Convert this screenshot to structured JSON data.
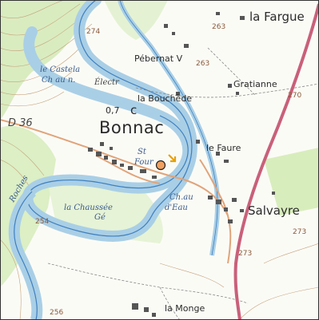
{
  "map": {
    "place_names": {
      "la_fargue": "la Fargue",
      "pebernat": "Pébernat V",
      "gratianne": "Gratianne",
      "la_bouchede": "la Bouchède",
      "bonnac": "Bonnac",
      "c_label": "c",
      "le_faure": "le Faure",
      "salvayre": "Salvayre",
      "la_monge": "la Monge"
    },
    "feature_labels": {
      "le_castela": "le Castela",
      "ch_de_la": "Ch au n.",
      "electr": "Électr",
      "four": "Four",
      "chau_deau": "Ch.au",
      "deau": "d'Eau",
      "la_chaussee": "la Chaussée",
      "ge": "Gé",
      "roches": "Roches",
      "st": "St"
    },
    "road_number": "D 36",
    "distance_marker": "0,7",
    "elevations": {
      "e274": "274",
      "e263a": "263",
      "e263b": "263",
      "e270": "270",
      "e254": "254",
      "e273": "273",
      "e273b": "273",
      "e256": "256"
    },
    "colors": {
      "water": "#a9cfe6",
      "water_edge": "#3f7fbf",
      "vegetation": "#cfe8a8",
      "contour": "#c6a27a",
      "main_road": "#c9607a",
      "building": "#555555"
    },
    "marker_icon": "location-dot-icon",
    "arrow_icon": "arrow-icon"
  }
}
